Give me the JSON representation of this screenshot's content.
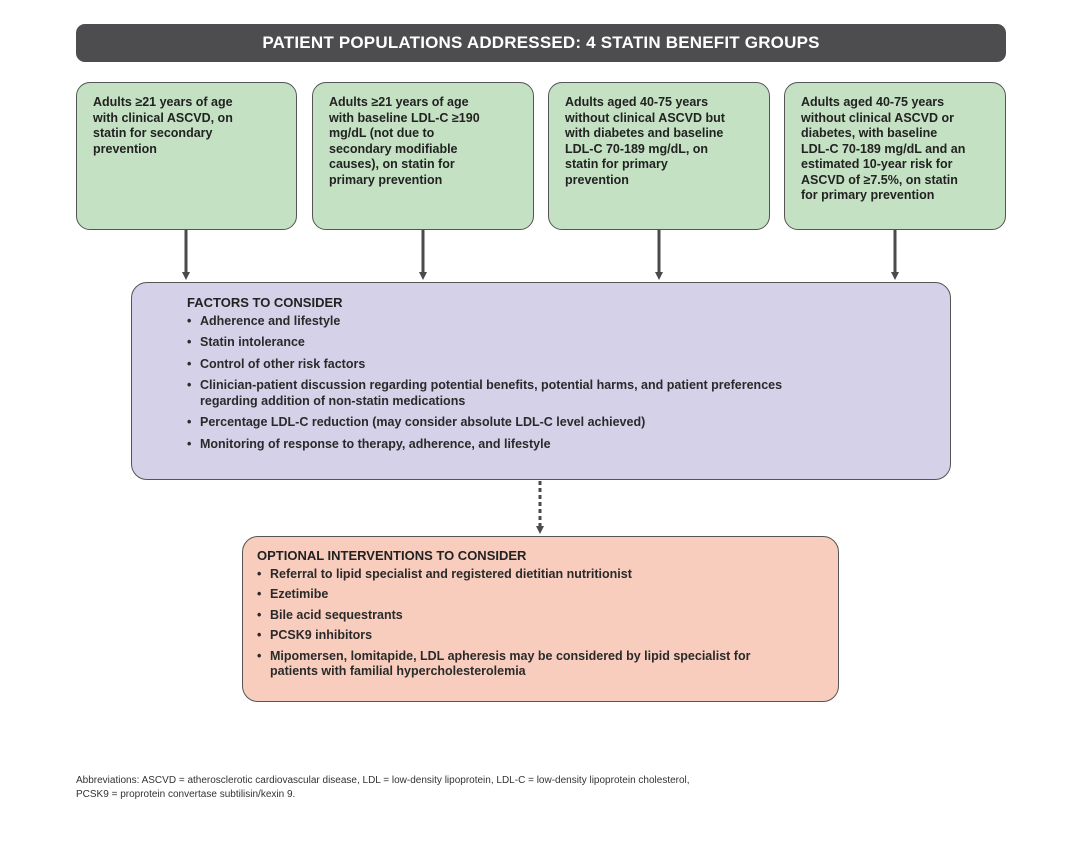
{
  "banner": {
    "title": "PATIENT POPULATIONS ADDRESSED: 4 STATIN BENEFIT GROUPS"
  },
  "groups": [
    {
      "lines": [
        "Adults ≥21 years of age",
        "with clinical ASCVD, on",
        "statin for secondary",
        "prevention"
      ]
    },
    {
      "lines": [
        "Adults ≥21 years of age",
        "with baseline LDL-C ≥190",
        "mg/dL (not due to",
        "secondary modifiable",
        "causes), on statin for",
        "primary prevention"
      ]
    },
    {
      "lines": [
        "Adults aged 40-75 years",
        "without clinical ASCVD but",
        "with diabetes and baseline",
        "LDL-C 70-189 mg/dL, on",
        "statin for primary",
        "prevention"
      ]
    },
    {
      "lines": [
        "Adults aged 40-75 years",
        "without clinical ASCVD or",
        "diabetes, with baseline",
        "LDL-C 70-189 mg/dL and an",
        "estimated 10-year risk for",
        "ASCVD of ≥7.5%, on statin",
        "for primary prevention"
      ]
    }
  ],
  "factors": {
    "title": "FACTORS TO CONSIDER",
    "items": [
      "Adherence and lifestyle",
      "Statin intolerance",
      "Control of other risk factors",
      "Clinician-patient discussion regarding potential benefits, potential harms, and patient preferences regarding addition of non-statin medications",
      "Percentage LDL-C reduction (may consider absolute LDL-C level achieved)",
      "Monitoring of response to therapy, adherence, and lifestyle"
    ]
  },
  "optional": {
    "title": "OPTIONAL INTERVENTIONS TO CONSIDER",
    "items": [
      "Referral to lipid specialist and registered dietitian nutritionist",
      "Ezetimibe",
      "Bile acid sequestrants",
      "PCSK9 inhibitors",
      "Mipomersen, lomitapide, LDL apheresis may be considered by lipid specialist for patients with familial hypercholesterolemia"
    ]
  },
  "footnote": {
    "line1": "Abbreviations: ASCVD = atherosclerotic cardiovascular disease, LDL = low-density lipoprotein, LDL-C = low-density lipoprotein cholesterol,",
    "line2": "PCSK9 = proprotein convertase subtilisin/kexin 9."
  },
  "colors": {
    "banner": "#4d4d4f",
    "population_box": "#c4e1c3",
    "factors_box": "#d4d1e8",
    "optional_box": "#f8cdbd",
    "arrow": "#4a4a4a"
  }
}
